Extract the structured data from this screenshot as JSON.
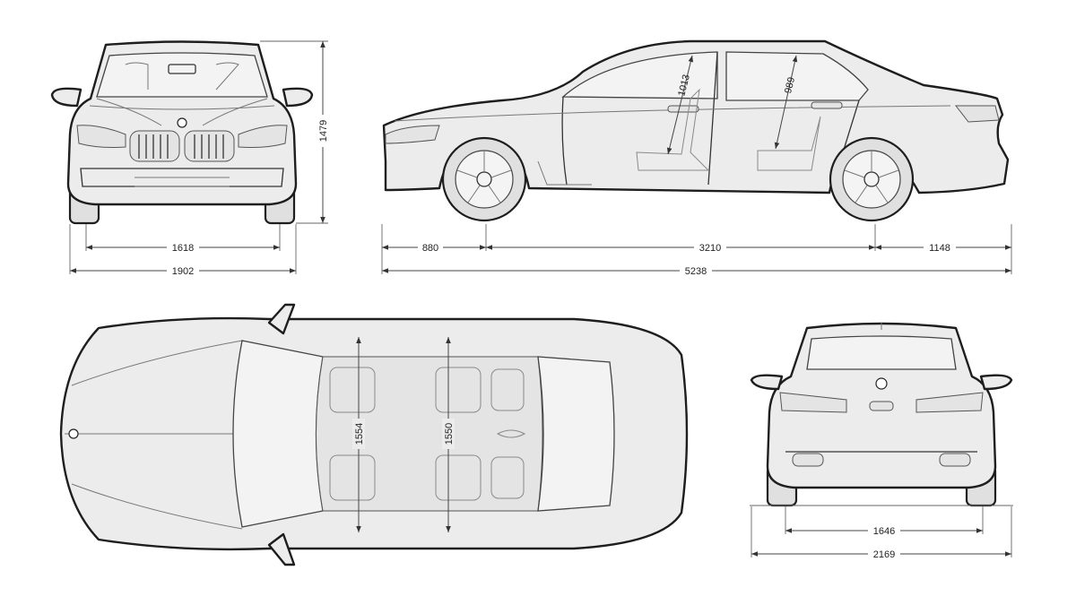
{
  "dimensions": {
    "front_track": "1618",
    "front_width": "1902",
    "height": "1479",
    "front_overhang": "880",
    "wheelbase": "3210",
    "rear_overhang": "1148",
    "length": "5238",
    "front_headroom": "1013",
    "rear_headroom": "989",
    "front_shoulder_width": "1554",
    "rear_shoulder_width": "1550",
    "rear_track": "1646",
    "width_incl_mirrors": "2169"
  },
  "colors": {
    "body_fill": "#ececec",
    "outline": "#1e1e1e",
    "dimension_line": "#444444",
    "background": "#ffffff"
  },
  "icons": {
    "brand_badge": "bmw-roundel-icon",
    "arrowhead": "dimension-arrow-icon"
  }
}
